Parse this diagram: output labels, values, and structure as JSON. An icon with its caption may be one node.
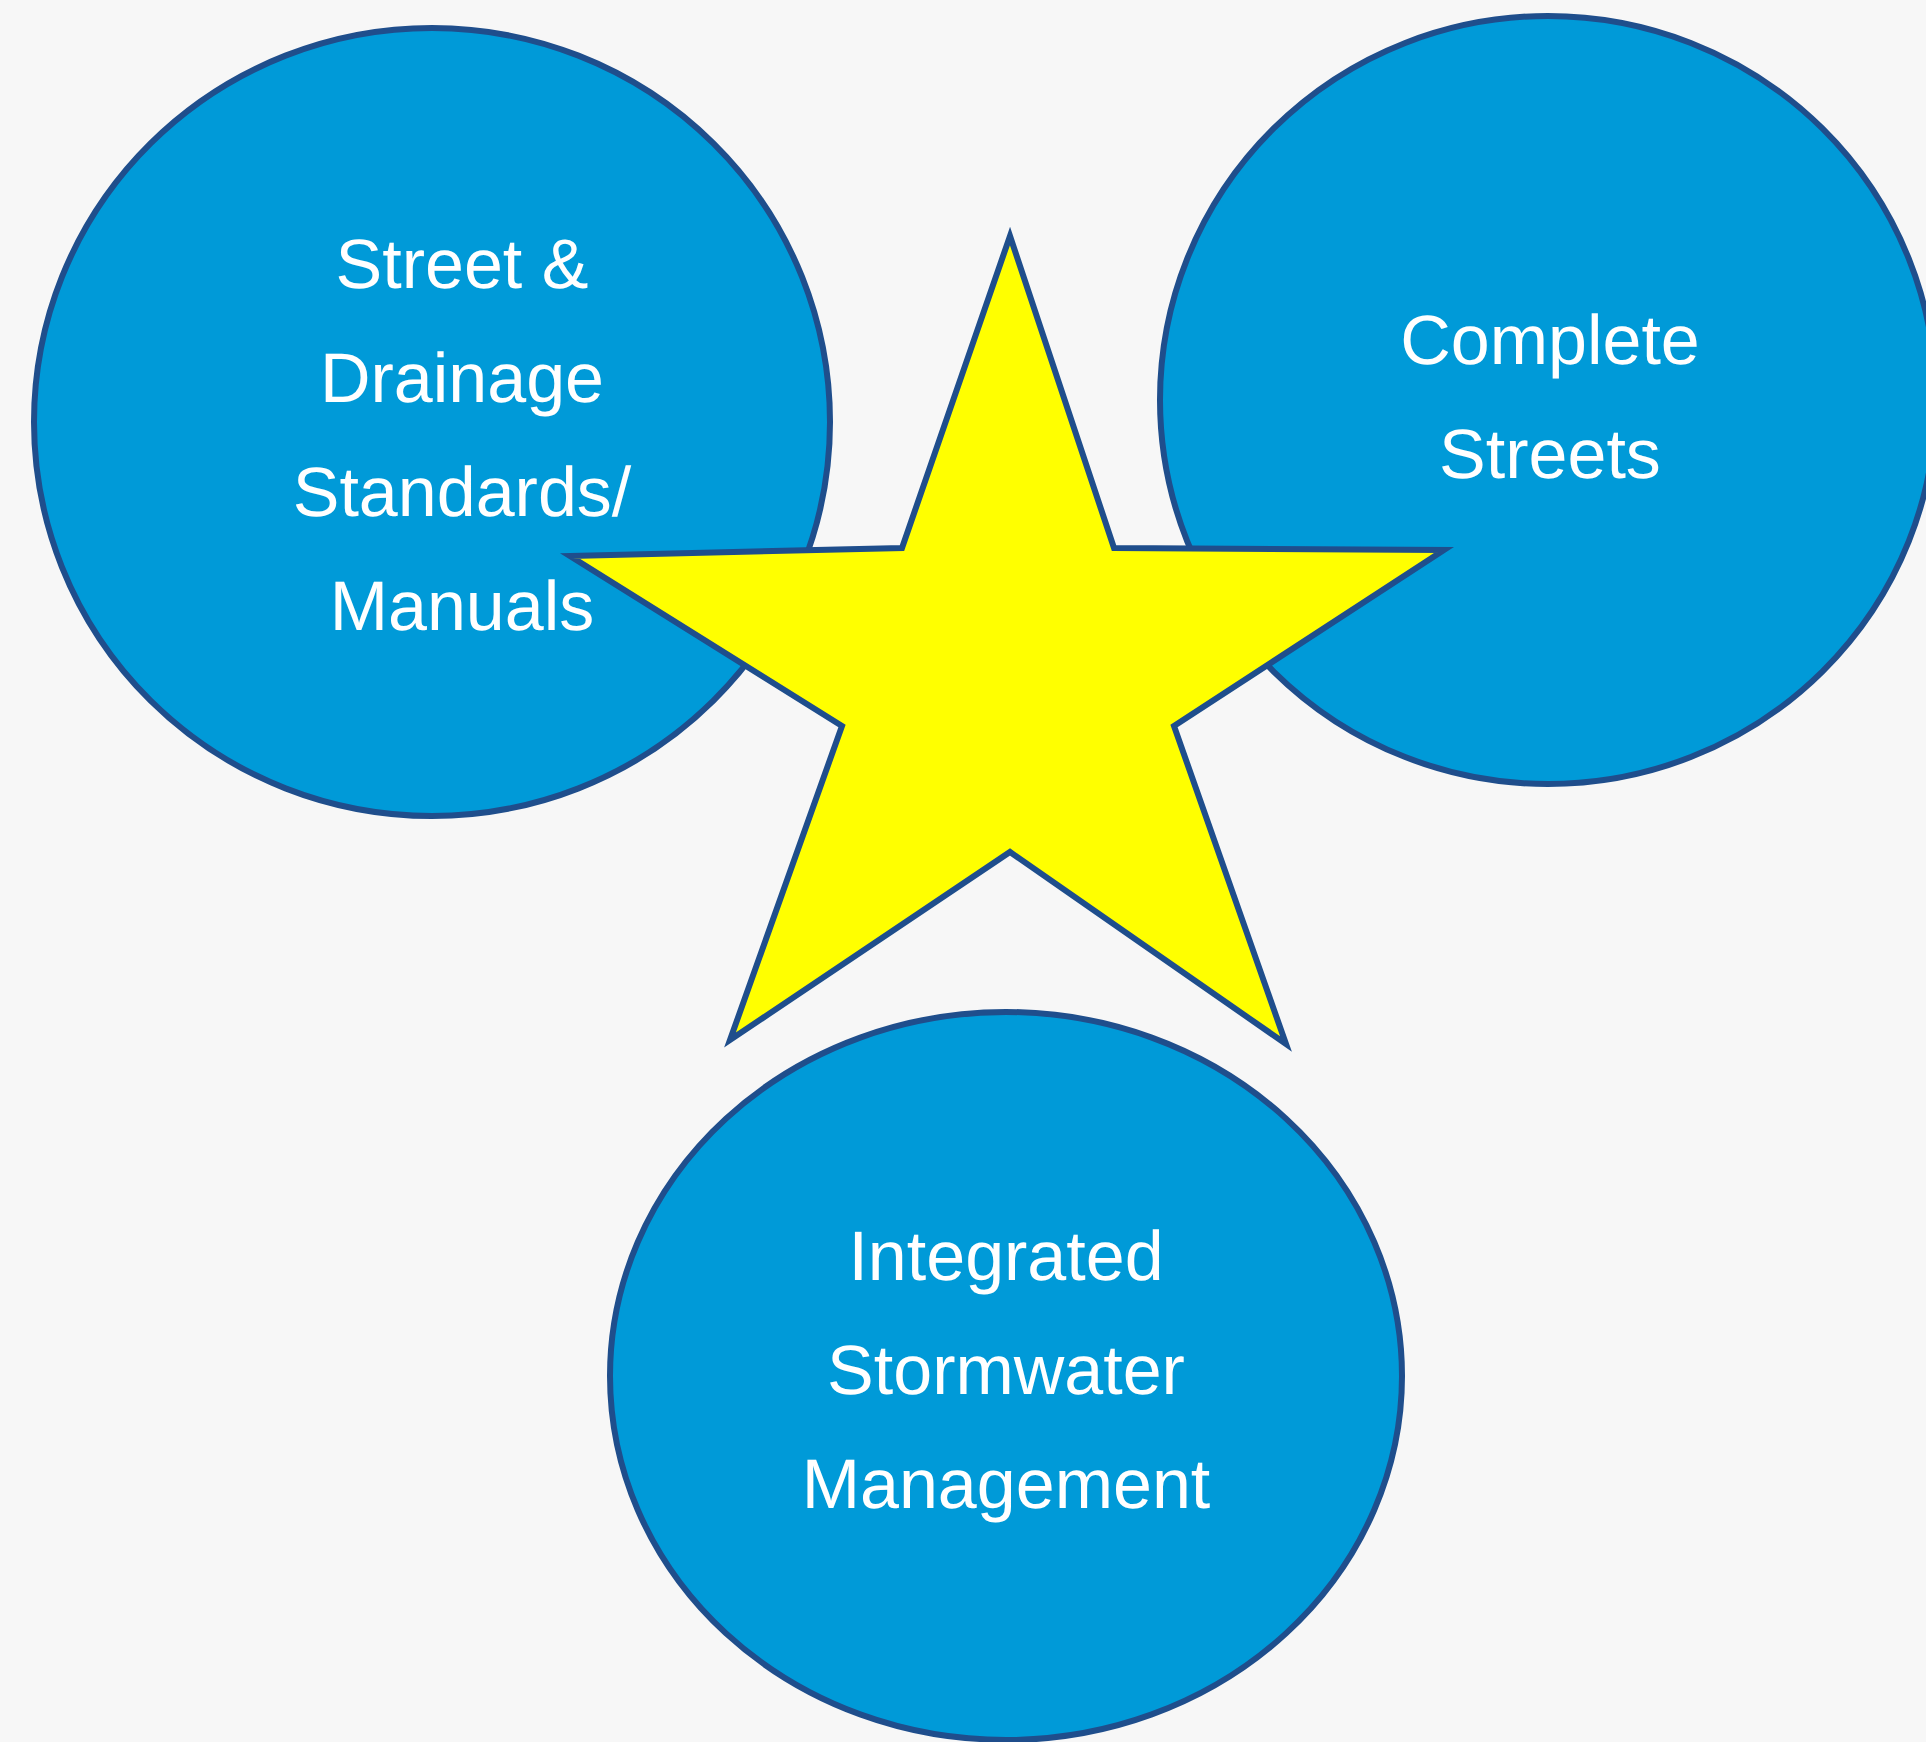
{
  "diagram": {
    "nodes": [
      {
        "text": [
          "Street & Drainage Standards/ Manuals"
        ]
      },
      {
        "text": [
          "Complete Streets"
        ]
      },
      {
        "text": [
          "Integrated Stormwater Management"
        ]
      },
      {
        "text": [],
        "shape": "star"
      }
    ]
  }
}
